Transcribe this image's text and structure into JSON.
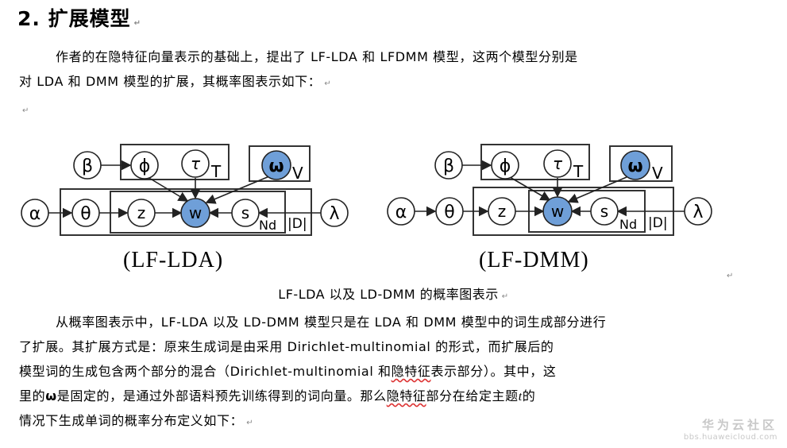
{
  "heading": "2. 扩展模型",
  "intro": {
    "line1": "作者的在隐特征向量表示的基础上，提出了 LF-LDA 和 LFDMM 模型，这两个模型分别是",
    "line2": "对 LDA 和 DMM 模型的扩展，其概率图表示如下："
  },
  "diagrams": [
    {
      "caption": "(LF-LDA)",
      "nodes": {
        "beta": "β",
        "phi": "ϕ",
        "tau": "τ",
        "omega": "ω",
        "alpha": "α",
        "theta": "θ",
        "z": "z",
        "w": "w",
        "s": "s",
        "lambda": "λ"
      },
      "plates": {
        "T": "T",
        "V": "V",
        "Nd": "Nd",
        "D": "|D|"
      }
    },
    {
      "caption": "(LF-DMM)",
      "nodes": {
        "beta": "β",
        "phi": "ϕ",
        "tau": "τ",
        "omega": "ω",
        "alpha": "α",
        "theta": "θ",
        "z": "z",
        "w": "w",
        "s": "s",
        "lambda": "λ"
      },
      "plates": {
        "T": "T",
        "V": "V",
        "Nd": "Nd",
        "D": "|D|"
      }
    }
  ],
  "figure_caption": "LF-LDA 以及 LD-DMM 的概率图表示",
  "body": {
    "line1": "从概率图表示中，LF-LDA 以及 LD-DMM 模型只是在 LDA 和 DMM 模型中的词生成部分进行",
    "line2": "了扩展。其扩展方式是：原来生成词是由采用 Dirichlet-multinomial 的形式，而扩展后的",
    "line3_a": "模型词的生成包含两个部分的混合（Dirichlet-multinomial 和",
    "line3_b": "隐特征",
    "line3_c": "表示部分）。其中，这",
    "line4_a": "里的",
    "line4_omega": "ω",
    "line4_b": "是固定的，是通过外部语料预先训练得到的词向量。那么",
    "line4_c": "隐特征",
    "line4_d": "部分在给定主题",
    "line4_t": "t",
    "line4_e": "的",
    "line5": "情况下生成单词的概率分布定义如下："
  },
  "paragraph_mark": "↵",
  "watermark": {
    "brand": "华为云社区",
    "url": "bbs.huaweicloud.com"
  },
  "colors": {
    "observed_node": "#6f9fd8",
    "plate_border": "#333333"
  }
}
